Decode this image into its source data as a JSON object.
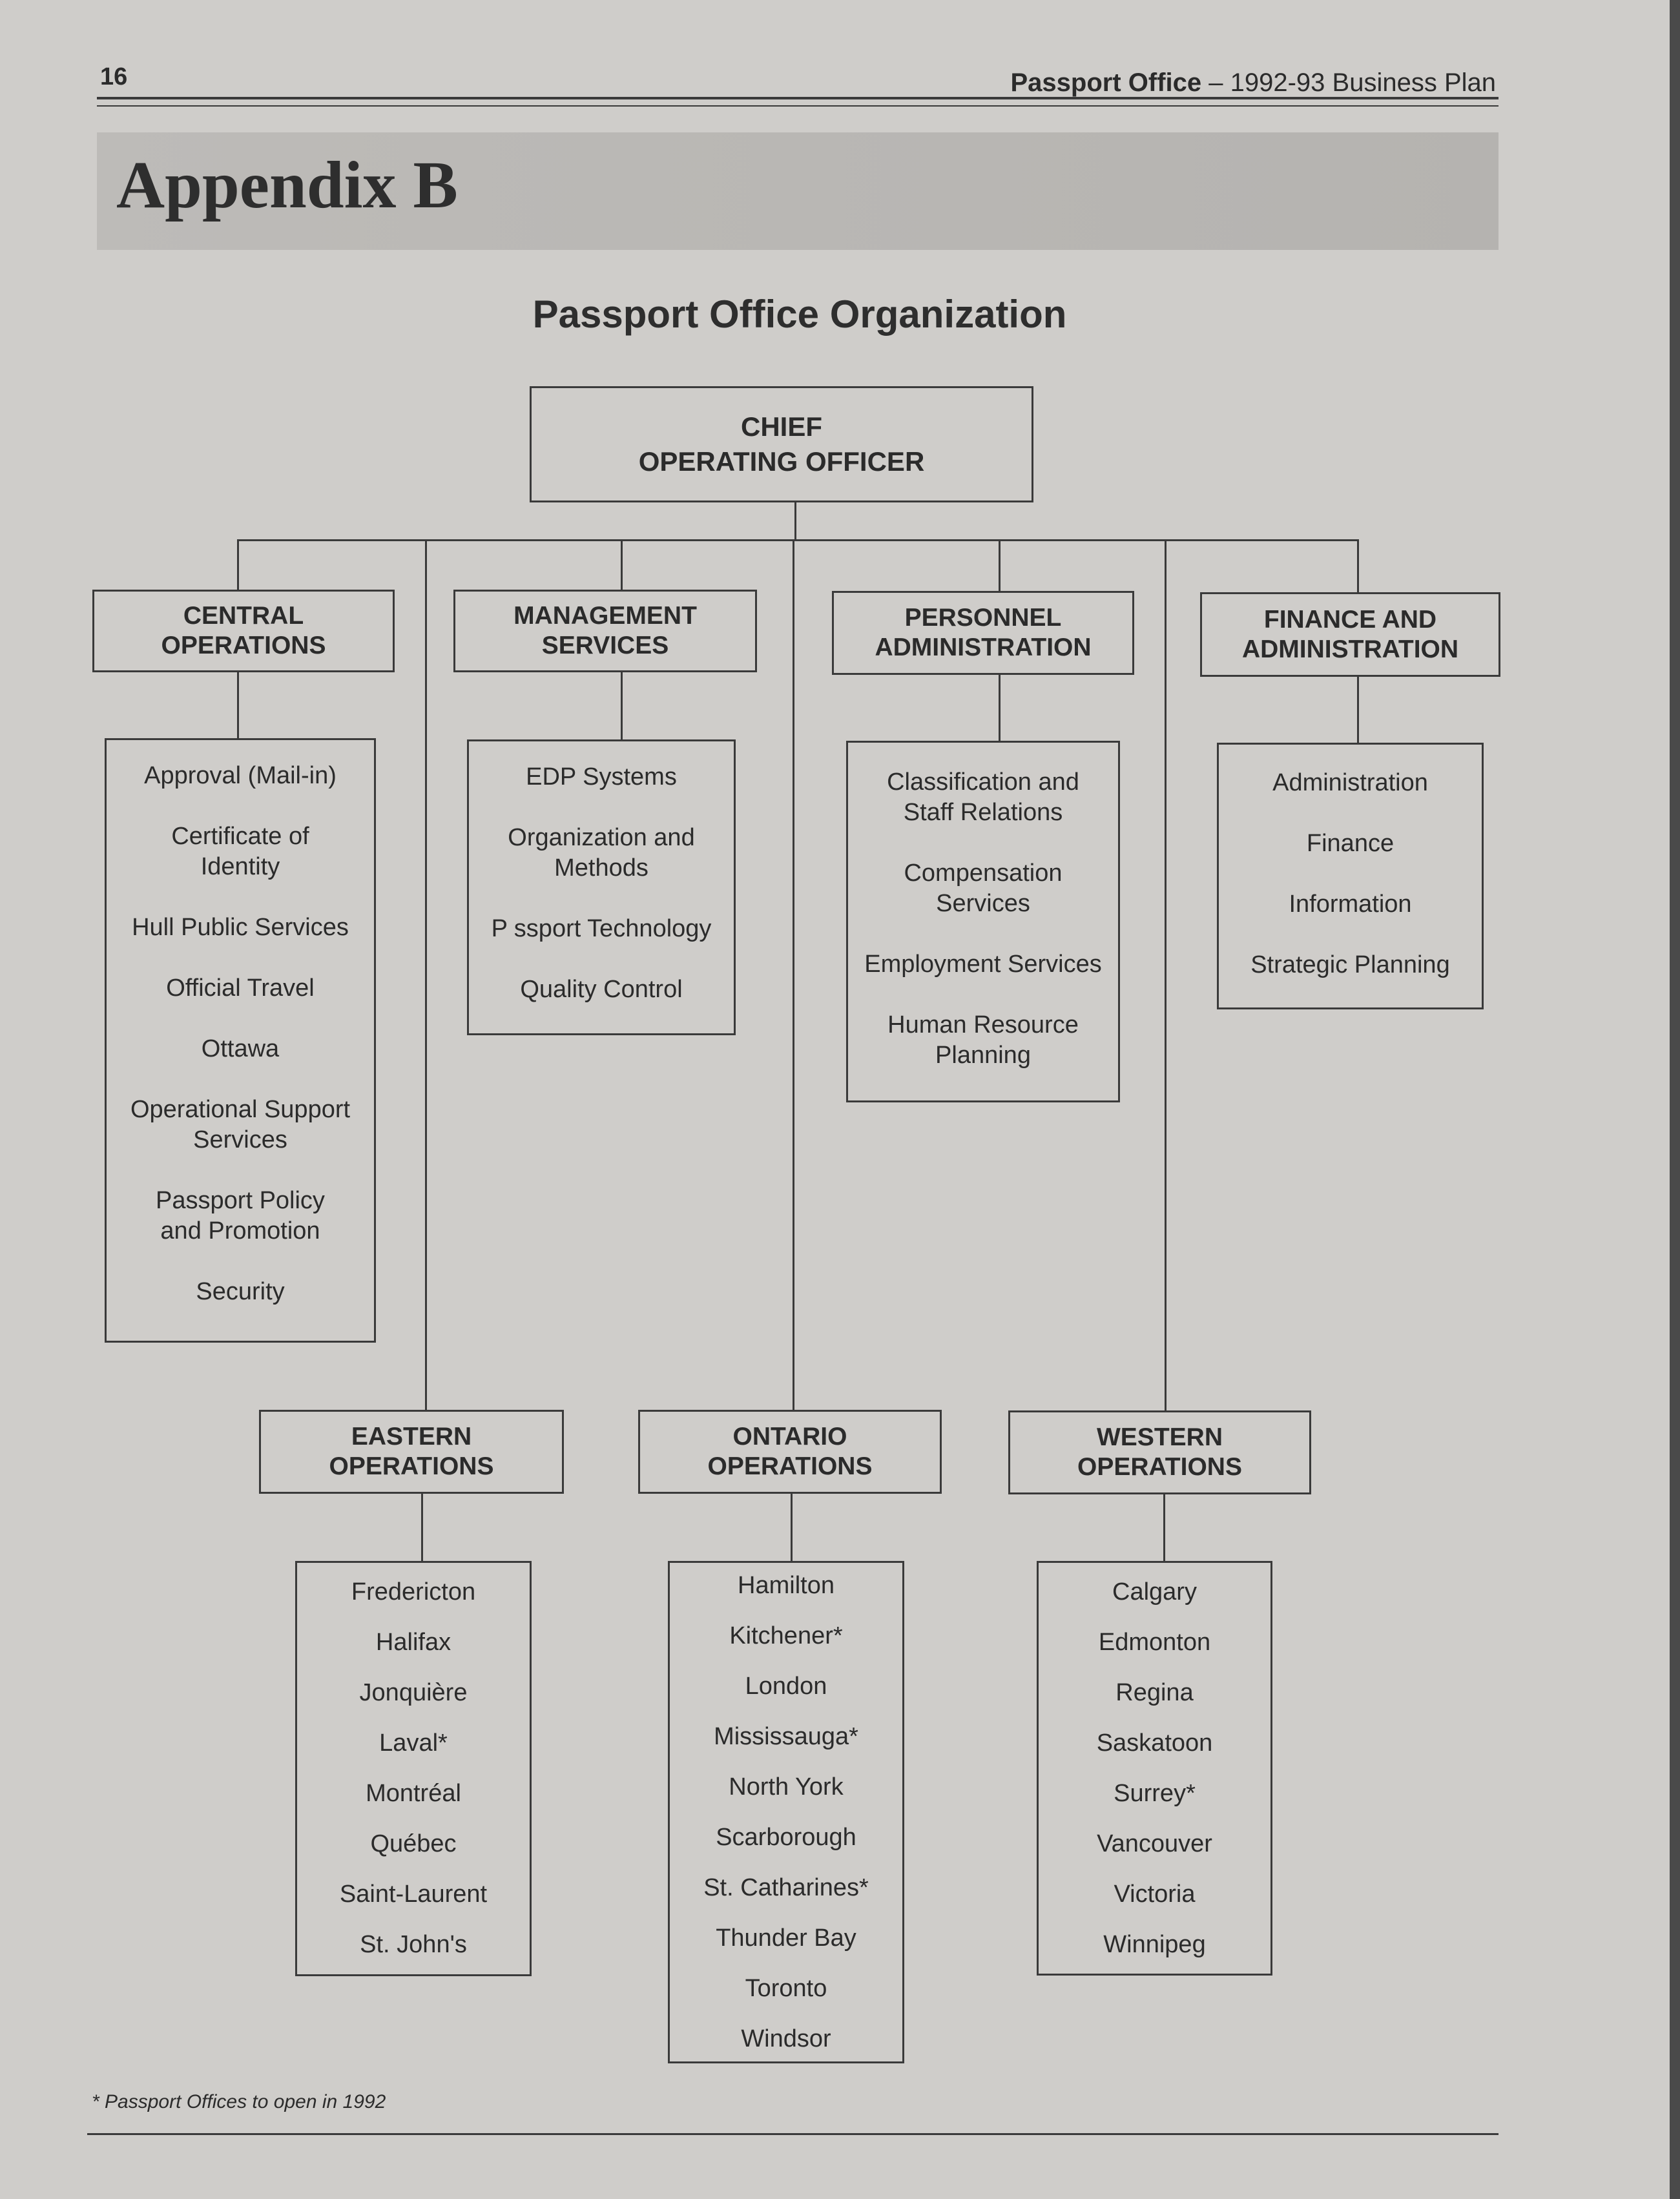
{
  "header": {
    "page_number": "16",
    "publication": "Passport Office",
    "separator": " – ",
    "subtitle": "1992-93 Business Plan"
  },
  "appendix_title": "Appendix B",
  "chart_title": "Passport Office Organization",
  "chief": {
    "line1": "CHIEF",
    "line2": "OPERATING OFFICER"
  },
  "divisions": {
    "central": {
      "line1": "CENTRAL",
      "line2": "OPERATIONS",
      "items": [
        "Approval (Mail-in)",
        "Certificate of Identity",
        "Hull Public Services",
        "Official Travel",
        "Ottawa",
        "Operational Support Services",
        "Passport Policy and Promotion",
        "Security"
      ]
    },
    "management": {
      "line1": "MANAGEMENT",
      "line2": "SERVICES",
      "items": [
        "EDP Systems",
        "Organization and Methods",
        "P ssport Technology",
        "Quality Control"
      ]
    },
    "personnel": {
      "line1": "PERSONNEL",
      "line2": "ADMINISTRATION",
      "items": [
        "Classification and Staff Relations",
        "Compensation Services",
        "Employment Services",
        "Human Resource Planning"
      ]
    },
    "finance": {
      "line1": "FINANCE AND",
      "line2": "ADMINISTRATION",
      "items": [
        "Administration",
        "Finance",
        "Information",
        "Strategic Planning"
      ]
    },
    "eastern": {
      "line1": "EASTERN",
      "line2": "OPERATIONS",
      "items": [
        "Fredericton",
        "Halifax",
        "Jonquière",
        "Laval*",
        "Montréal",
        "Québec",
        "Saint-Laurent",
        "St. John's"
      ]
    },
    "ontario": {
      "line1": "ONTARIO",
      "line2": "OPERATIONS",
      "items": [
        "Hamilton",
        "Kitchener*",
        "London",
        "Mississauga*",
        "North York",
        "Scarborough",
        "St. Catharines*",
        "Thunder Bay",
        "Toronto",
        "Windsor"
      ]
    },
    "western": {
      "line1": "WESTERN",
      "line2": "OPERATIONS",
      "items": [
        "Calgary",
        "Edmonton",
        "Regina",
        "Saskatoon",
        "Surrey*",
        "Vancouver",
        "Victoria",
        "Winnipeg"
      ]
    }
  },
  "footnote": "* Passport Offices to open in 1992"
}
